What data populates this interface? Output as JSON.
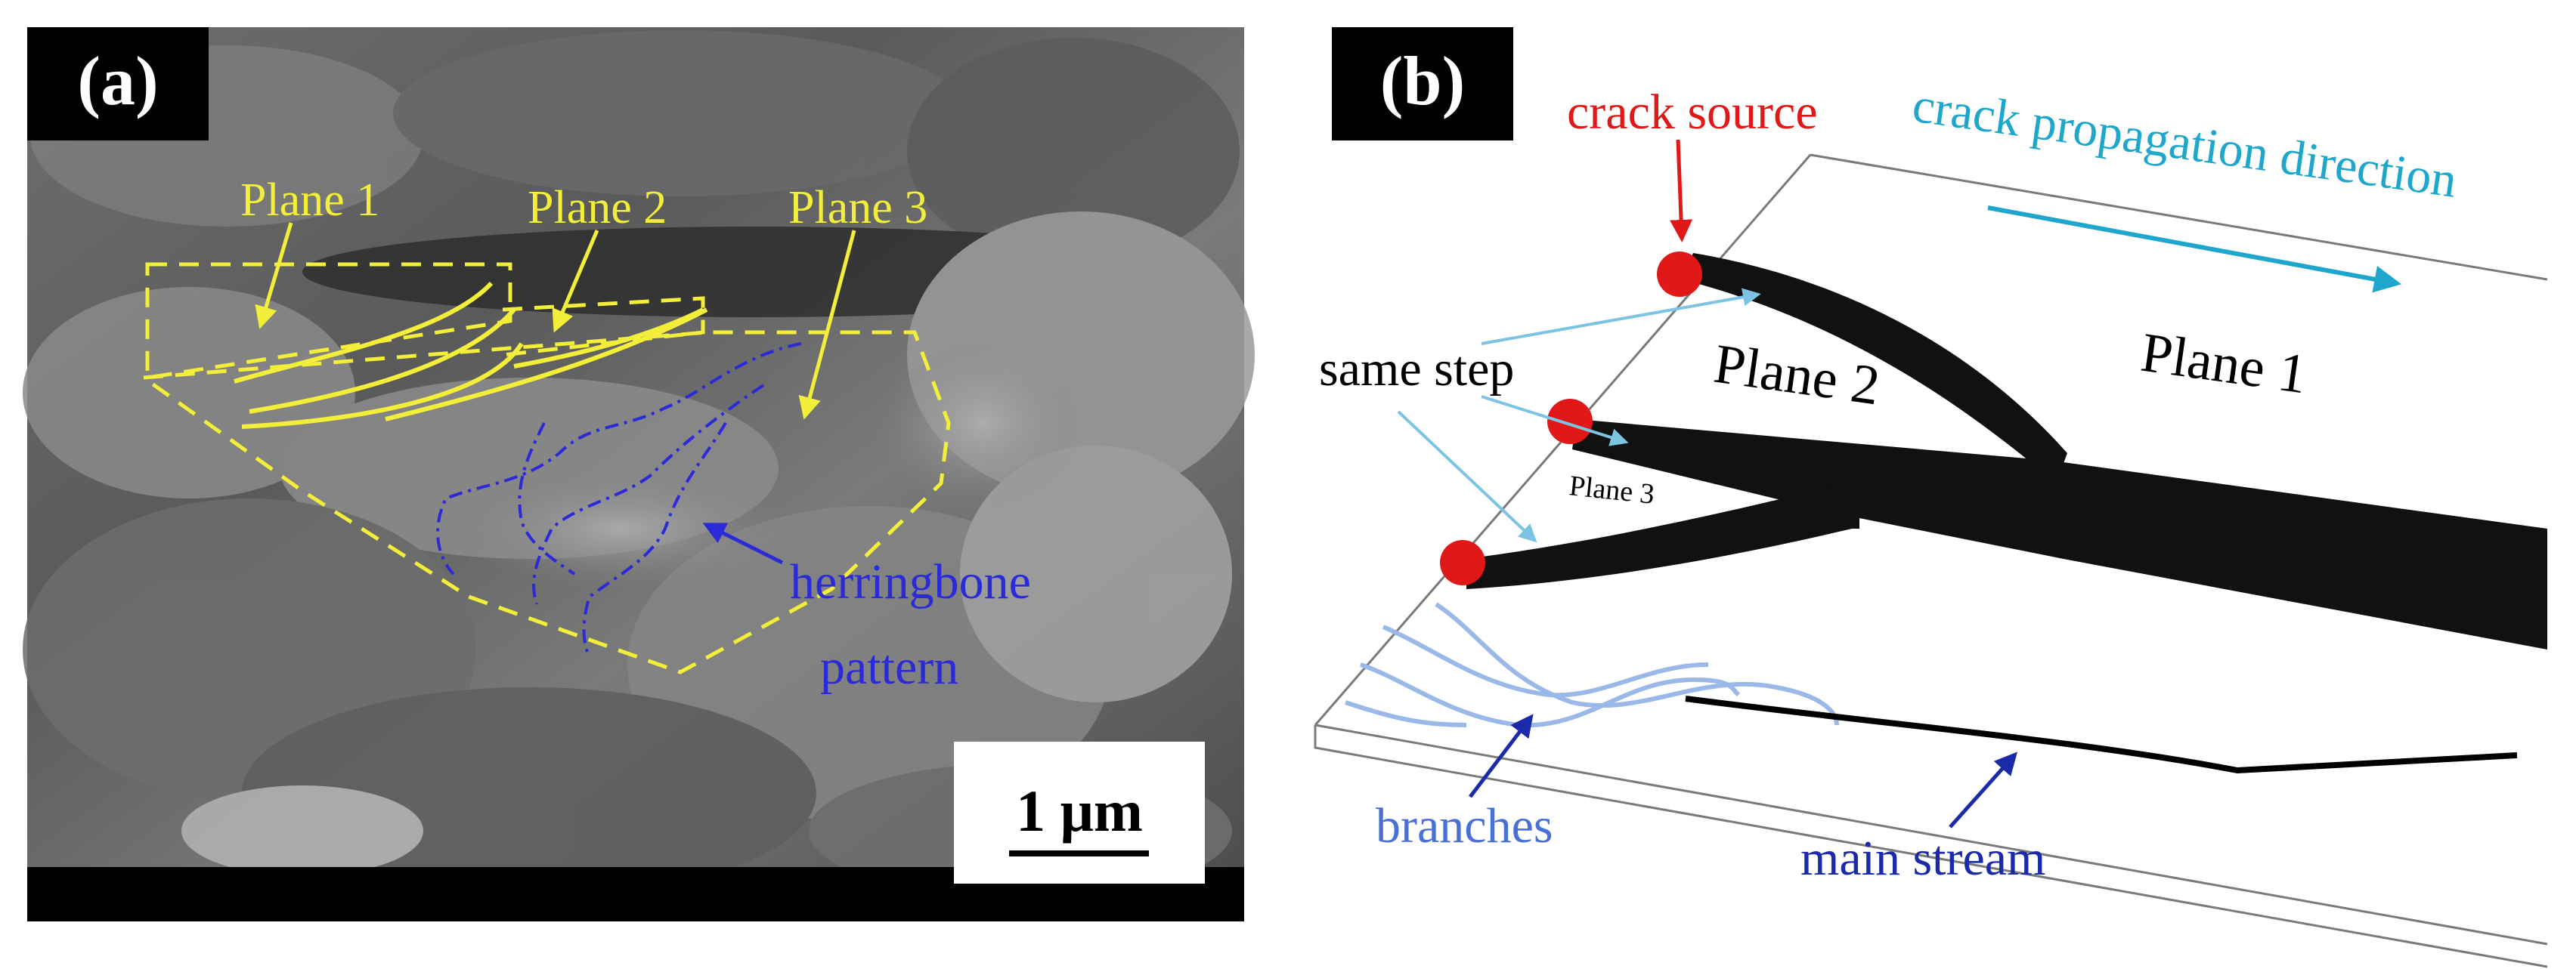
{
  "figure": {
    "panel_a": {
      "label": "(a)",
      "plane_labels": [
        "Plane 1",
        "Plane 2",
        "Plane 3"
      ],
      "pattern_label_line1": "herringbone",
      "pattern_label_line2": "pattern",
      "scale_bar": "1 μm",
      "colors": {
        "annotation": "#f2ee3a",
        "pattern": "#2a2ad8"
      }
    },
    "panel_b": {
      "label": "(b)",
      "crack_source": "crack source",
      "direction": "crack propagation direction",
      "same_step": "same step",
      "plane1": "Plane 1",
      "plane2": "Plane 2",
      "plane3": "Plane 3",
      "branches": "branches",
      "main_stream": "main stream",
      "colors": {
        "source": "#e01818",
        "direction": "#1fa6cc",
        "branches": "#4a6fd6",
        "same_step_arrow": "#7cc4e4"
      }
    }
  }
}
